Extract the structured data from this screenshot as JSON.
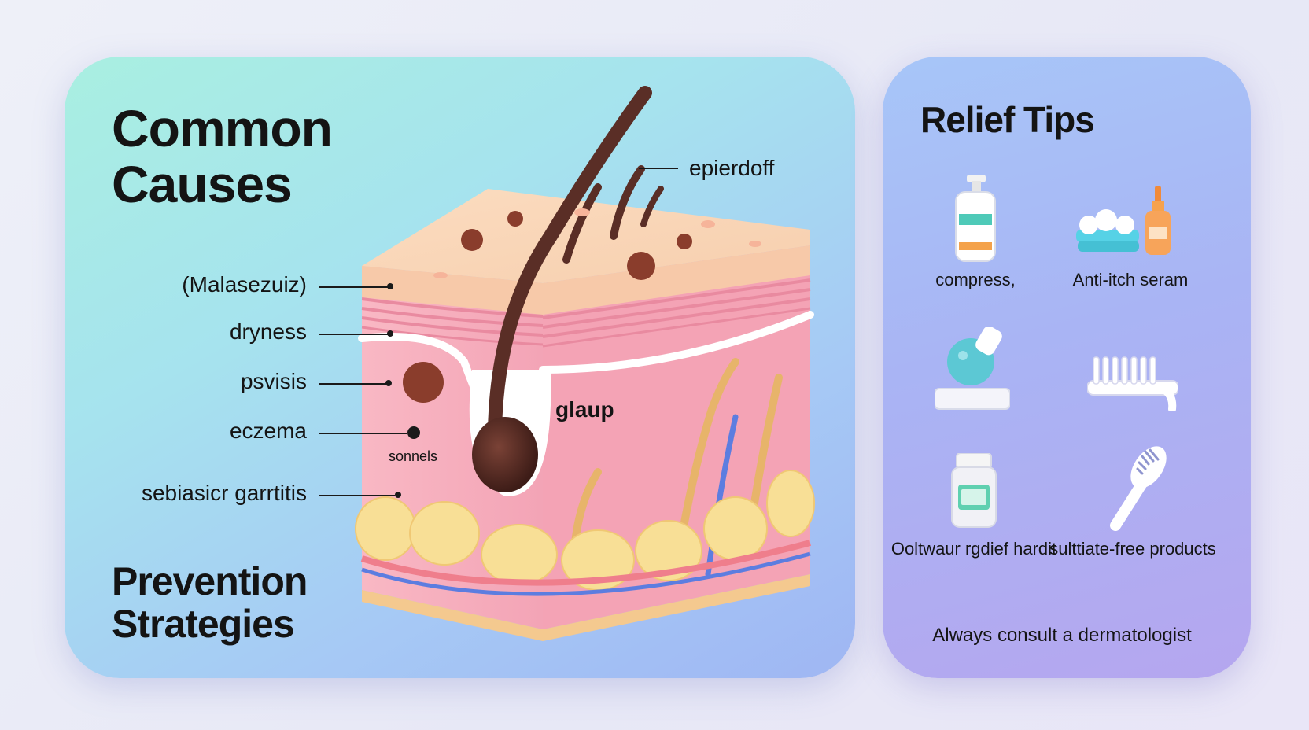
{
  "left_panel": {
    "title": "Common Causes",
    "subtitle": "Prevention Strategies",
    "causes": [
      {
        "label": "(Malasezuiz)"
      },
      {
        "label": "dryness"
      },
      {
        "label": "psvisis"
      },
      {
        "label": "eczema"
      },
      {
        "label": "sebiasicr garrtitis"
      }
    ],
    "diagram_labels": {
      "top": "epierdoff",
      "gland": "glaup",
      "small": "sonnels"
    }
  },
  "right_panel": {
    "title": "Relief Tips",
    "tips": [
      {
        "label": "compress,",
        "icon": "pump-bottle-icon"
      },
      {
        "label": "Anti-itch seram",
        "icon": "cotton-and-serum-icon"
      },
      {
        "label": "",
        "icon": "scalp-applicator-icon"
      },
      {
        "label": "",
        "icon": "wide-comb-icon"
      },
      {
        "label": "Ooltwaur rgdief hardit",
        "icon": "medicine-jar-icon"
      },
      {
        "label": "sulttiate-free products",
        "icon": "hair-brush-icon"
      }
    ],
    "note": "Always consult a dermatologist"
  },
  "colors": {
    "left_panel": "#a6e3ee",
    "right_panel": "#a9b4f4",
    "skin_top": "#f8d3b0",
    "skin_side": "#f5a9b8",
    "hair": "#5a2e26"
  }
}
